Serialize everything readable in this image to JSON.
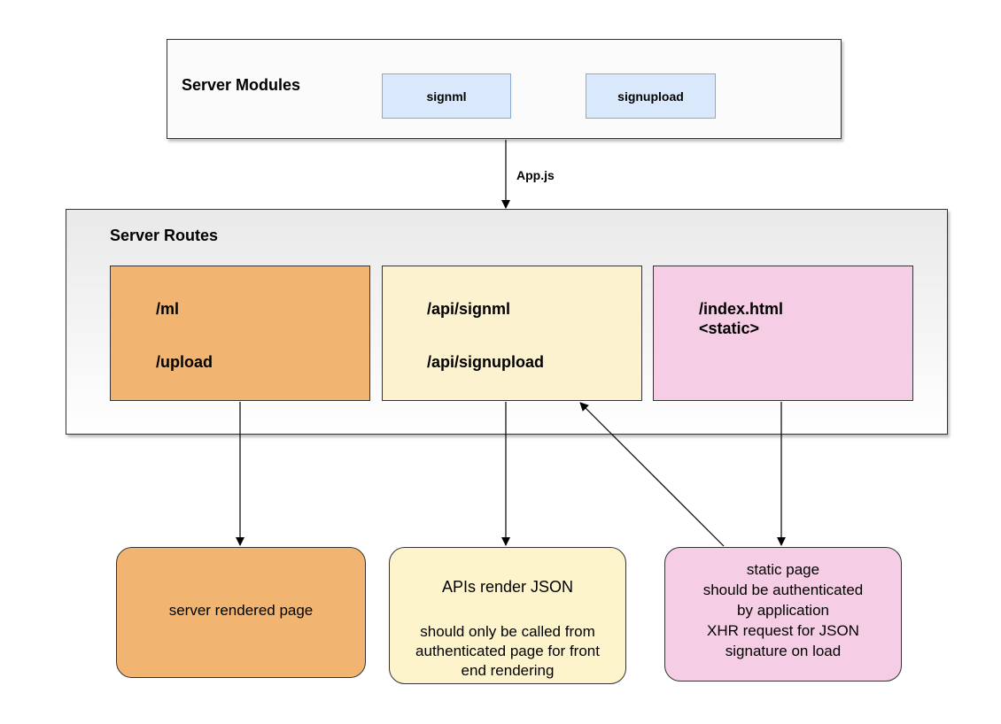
{
  "modules": {
    "title": "Server Modules",
    "items": [
      "signml",
      "signupload"
    ]
  },
  "edge_label": "App.js",
  "routes": {
    "title": "Server Routes",
    "server_rendered": {
      "lines": [
        "/ml",
        "/upload"
      ],
      "color": "#f2b571"
    },
    "api": {
      "lines": [
        "/api/signml",
        "/api/signupload"
      ],
      "color": "#fdf2cf"
    },
    "static": {
      "lines": [
        "/index.html",
        "<static>"
      ],
      "color": "#f5cde4"
    }
  },
  "results": {
    "server_rendered_page": {
      "text": "server rendered page",
      "color": "#f2b571"
    },
    "apis_json": {
      "heading": "APIs render JSON",
      "note_lines": [
        "should only be called from",
        "authenticated page for front",
        "end rendering"
      ],
      "color": "#fdf4cc"
    },
    "static_page": {
      "lines": [
        "static page",
        "should be authenticated",
        "by application",
        "XHR request for JSON",
        "signature on load"
      ],
      "color": "#f5cde4"
    }
  }
}
